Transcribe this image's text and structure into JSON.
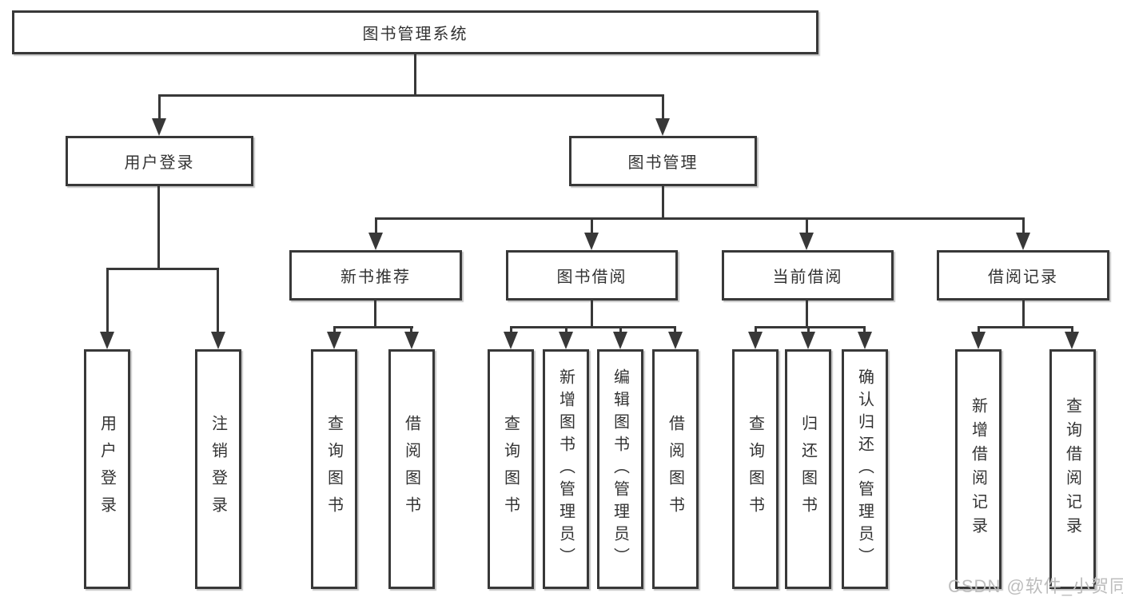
{
  "watermark": "CSDN @软件_小贺同学",
  "colors": {
    "line": "#383838",
    "text": "#333333",
    "background": "#ffffff",
    "watermark": "#bdbdbd"
  },
  "tree": {
    "root": {
      "label": "图书管理系统"
    },
    "branches": [
      {
        "label": "用户登录",
        "children": [
          "用户登录",
          "注销登录"
        ]
      },
      {
        "label": "图书管理",
        "children": [
          {
            "label": "新书推荐",
            "children": [
              "查询图书",
              "借阅图书"
            ]
          },
          {
            "label": "图书借阅",
            "children": [
              "查询图书",
              "新增图书（管理员）",
              "编辑图书（管理员）",
              "借阅图书"
            ]
          },
          {
            "label": "当前借阅",
            "children": [
              "查询图书",
              "归还图书",
              "确认归还（管理员）"
            ]
          },
          {
            "label": "借阅记录",
            "children": [
              "新增借阅记录",
              "查询借阅记录"
            ]
          }
        ]
      }
    ]
  }
}
